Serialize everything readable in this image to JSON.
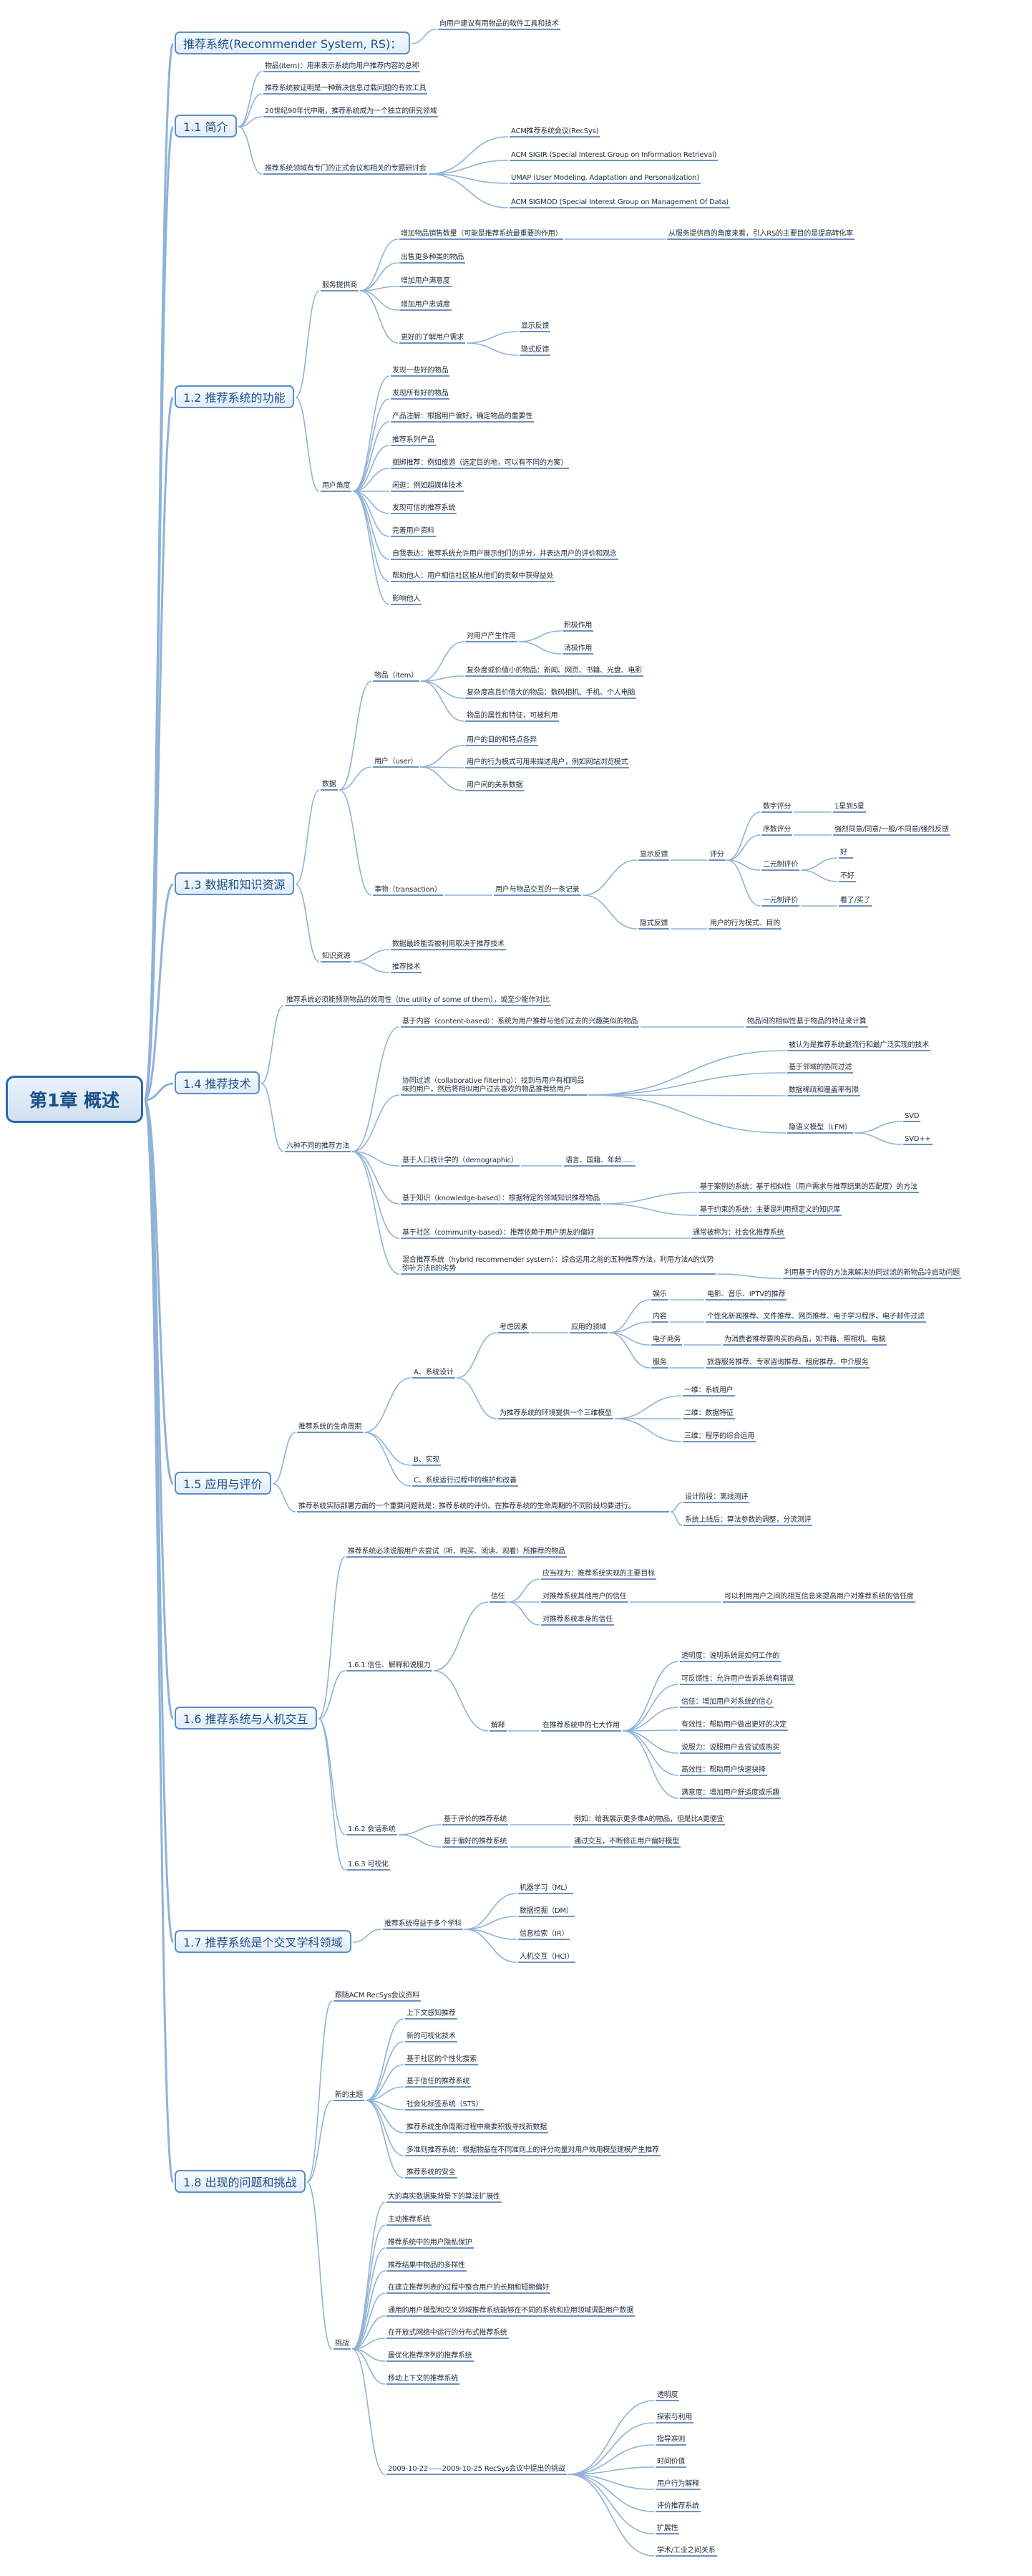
{
  "root": "第1章 概述",
  "s0": "推荐系统(Recommender System, RS)：",
  "s0n": "向用户建议有用物品的软件工具和技术",
  "s1": "1.1 简介",
  "s1a": "物品(item)：用来表示系统向用户推荐内容的总称",
  "s1b": "推荐系统被证明是一种解决信息过载问题的有效工具",
  "s1c": "20世纪90年代中期，推荐系统成为一个独立的研究领域",
  "s1d": "推荐系统领域有专门的正式会议和相关的专题研讨会",
  "s1d1": "ACM推荐系统会议(RecSys)",
  "s1d2": "ACM SIGIR (Special Interest Group on Information Retrieval)",
  "s1d3": "UMAP (User Modeling, Adaptation and Personalization)",
  "s1d4": "ACM SIGMOD (Special Interest Group on Management Of Data)",
  "s2": "1.2 推荐系统的功能",
  "s2a": "服务提供商",
  "s2a1": "增加物品销售数量（可能是推荐系统最重要的作用）",
  "s2a1n": "从服务提供商的角度来看，引入RS的主要目的是提高转化率",
  "s2a2": "出售更多种类的物品",
  "s2a3": "增加用户满意度",
  "s2a4": "增加用户忠诚度",
  "s2a5": "更好的了解用户需求",
  "s2a5a": "显示反馈",
  "s2a5b": "隐式反馈",
  "s2b": "用户角度",
  "s2b1": "发现一些好的物品",
  "s2b2": "发现所有好的物品",
  "s2b3": "产品注解：根据用户偏好，确定物品的重要性",
  "s2b4": "推荐系列产品",
  "s2b5": "捆绑推荐：例如旅游（选定目的地，可以有不同的方案）",
  "s2b6": "闲逛：例如超媒体技术",
  "s2b7": "发现可信的推荐系统",
  "s2b8": "完善用户资料",
  "s2b9": "自我表达：推荐系统允许用户展示他们的评分，并表达用户的评价和观念",
  "s2b10": "帮助他人：用户相信社区能从他们的贡献中获得益处",
  "s2b11": "影响他人",
  "s3": "1.3 数据和知识资源",
  "s3a": "数据",
  "s3a1": "物品（item）",
  "s3a1a": "对用户产生作用",
  "s3a1a1": "积极作用",
  "s3a1a2": "消极作用",
  "s3a1b": "复杂度或价值小的物品：新闻、网页、书籍、光盘、电影",
  "s3a1c": "复杂度高且价值大的物品：数码相机、手机、个人电脑",
  "s3a1d": "物品的属性和特征，可被利用",
  "s3a2": "用户（user）",
  "s3a2a": "用户的目的和特点各异",
  "s3a2b": "用户的行为模式可用来描述用户，例如网站浏览模式",
  "s3a2c": "用户间的关系数据",
  "s3a3": "事物（transaction）",
  "s3a3n": "用户与物品交互的一条记录",
  "s3x1": "显示反馈",
  "s3x1a": "评分",
  "s3r1": "数字评分",
  "s3r1n": "1星到5星",
  "s3r2": "序数评分",
  "s3r2n": "强烈同意/同意/一般/不同意/强烈反感",
  "s3r3": "二元制评价",
  "s3r3a": "好",
  "s3r3b": "不好",
  "s3r4": "一元制评价",
  "s3r4n": "看了/买了",
  "s3x2": "隐式反馈",
  "s3x2n": "用户的行为模式、目的",
  "s3b": "知识资源",
  "s3b1": "数据最终能否被利用取决于推荐技术",
  "s3b2": "推荐技术",
  "s4": "1.4 推荐技术",
  "s4a": "推荐系统必须能预测物品的效用性（the utility of some of them），或至少能作对比",
  "s4b": "六种不同的推荐方法",
  "s4b1": "基于内容（content-based）：系统为用户推荐与他们过去的兴趣类似的物品",
  "s4b1n": "物品间的相似性基于物品的特征来计算",
  "s4b2": "协同过滤（collaborative filtering）：找到与用户有相同品味的用户，然后将相似用户过去喜欢的物品推荐给用户",
  "s4b2a": "被认为是推荐系统最流行和最广泛实现的技术",
  "s4b2b": "基于邻域的协同过滤",
  "s4b2c": "数据稀疏和覆盖率有限",
  "s4b2d": "隐语义模型（LFM）",
  "s4b2d1": "SVD",
  "s4b2d2": "SVD++",
  "s4b3": "基于人口统计学的（demographic）",
  "s4b3n": "语言、国籍、年龄......",
  "s4b4": "基于知识（knowledge-based）：根据特定的领域知识推荐物品",
  "s4b4a": "基于案例的系统：基于相似性（用户需求与推荐结果的匹配度）的方法",
  "s4b4b": "基于约束的系统：主要是利用预定义的知识库",
  "s4b5": "基于社区（community-based）：推荐依赖于用户朋友的偏好",
  "s4b5n": "通常被称为：社会化推荐系统",
  "s4b6": "混合推荐系统（hybrid recommender system）：综合运用之前的五种推荐方法，利用方法A的优势弥补方法B的劣势",
  "s4b6n": "利用基于内容的方法来解决协同过滤的新物品冷启动问题",
  "s5": "1.5 应用与评价",
  "s5a": "推荐系统的生命周期",
  "s5a1": "A、系统设计",
  "s5a1a": "考虑因素",
  "s5a1a1": "应用的领域",
  "s5d1": "娱乐",
  "s5d1n": "电影、音乐、IPTV的推荐",
  "s5d2": "内容",
  "s5d2n": "个性化新闻推荐、文件推荐、网页推荐、电子学习程序、电子邮件过滤",
  "s5d3": "电子商务",
  "s5d3n": "为消费者推荐要购买的商品，如书籍、照相机、电脑",
  "s5d4": "服务",
  "s5d4n": "旅游服务推荐、专家咨询推荐、租房推荐、中介服务",
  "s5a1b": "为推荐系统的环境提供一个三维模型",
  "s5a1b1": "一维：系统用户",
  "s5a1b2": "二维：数据特征",
  "s5a1b3": "三维：程序的综合运用",
  "s5a2": "B、实现",
  "s5a3": "C、系统运行过程中的维护和改善",
  "s5b": "推荐系统实际部署方面的一个重要问题就是：推荐系统的评价。在推荐系统的生命周期的不同阶段均要进行。",
  "s5b1": "设计阶段：离线测评",
  "s5b2": "系统上线后：算法参数的调整，分流测评",
  "s6": "1.6 推荐系统与人机交互",
  "s6a": "推荐系统必须说服用户去尝试（听、购买、阅读、观看）所推荐的物品",
  "s6b": "1.6.1 信任、解释和说服力",
  "s6b1": "信任",
  "s6b1a": "应当视为：推荐系统实现的主要目标",
  "s6b1b": "对推荐系统其他用户的信任",
  "s6b1bn": "可以利用用户之间的相互信息来提高用户对推荐系统的信任度",
  "s6b1c": "对推荐系统本身的信任",
  "s6b2": "解释",
  "s6b2n": "在推荐系统中的七大作用",
  "s6e1": "透明度：说明系统是如何工作的",
  "s6e2": "可反馈性：允许用户告诉系统有错误",
  "s6e3": "信任：增加用户对系统的信心",
  "s6e4": "有效性：帮助用户做出更好的决定",
  "s6e5": "说服力：说服用户去尝试或购买",
  "s6e6": "高效性：帮助用户快速抉择",
  "s6e7": "满意度：增加用户舒适度或乐趣",
  "s6c": "1.6.2 会话系统",
  "s6c1": "基于评价的推荐系统",
  "s6c1n": "例如：给我展示更多像A的物品，但是比A更便宜",
  "s6c2": "基于偏好的推荐系统",
  "s6c2n": "通过交互，不断修正用户偏好模型",
  "s6d": "1.6.3 可视化",
  "s7": "1.7 推荐系统是个交叉学科领域",
  "s7a": "推荐系统得益于多个学科",
  "s7a1": "机器学习（ML）",
  "s7a2": "数据挖掘（DM）",
  "s7a3": "信息检索（IR）",
  "s7a4": "人机交互（HCI）",
  "s8": "1.8 出现的问题和挑战",
  "s8a": "跟随ACM RecSys会议资料",
  "s8b": "新的主题",
  "s8b1": "上下文感知推荐",
  "s8b2": "新的可视化技术",
  "s8b3": "基于社区的个性化搜索",
  "s8b4": "基于信任的推荐系统",
  "s8b5": "社会化标签系统（STS）",
  "s8b6": "推荐系统生命周期过程中需要积极寻找新数据",
  "s8b7": "多准则推荐系统：根据物品在不同准则上的评分向量对用户效用模型建模产生推荐",
  "s8b8": "推荐系统的安全",
  "s8c": "挑战",
  "s8c1": "大的真实数据集背景下的算法扩展性",
  "s8c2": "主动推荐系统",
  "s8c3": "推荐系统中的用户隐私保护",
  "s8c4": "推荐结果中物品的多样性",
  "s8c5": "在建立推荐列表的过程中整合用户的长期和短期偏好",
  "s8c6": "通用的用户模型和交叉领域推荐系统能够在不同的系统和应用领域调配用户数据",
  "s8c7": "在开放式网络中运行的分布式推荐系统",
  "s8c8": "最优化推荐序列的推荐系统",
  "s8c9": "移动上下文的推荐系统",
  "s8d": "2009-10-22——2009-10-25 RecSys会议中提出的挑战",
  "s8d1": "透明度",
  "s8d2": "探索与利用",
  "s8d3": "指导准则",
  "s8d4": "时间价值",
  "s8d5": "用户行为解释",
  "s8d6": "评价推荐系统",
  "s8d7": "扩展性",
  "s8d8": "学术/工业之间关系",
  "colors": {
    "edge": "#8fb2d8",
    "underline": "#3b6ea8",
    "root_border": "#2e67a6",
    "text": "#1f2d3d"
  }
}
